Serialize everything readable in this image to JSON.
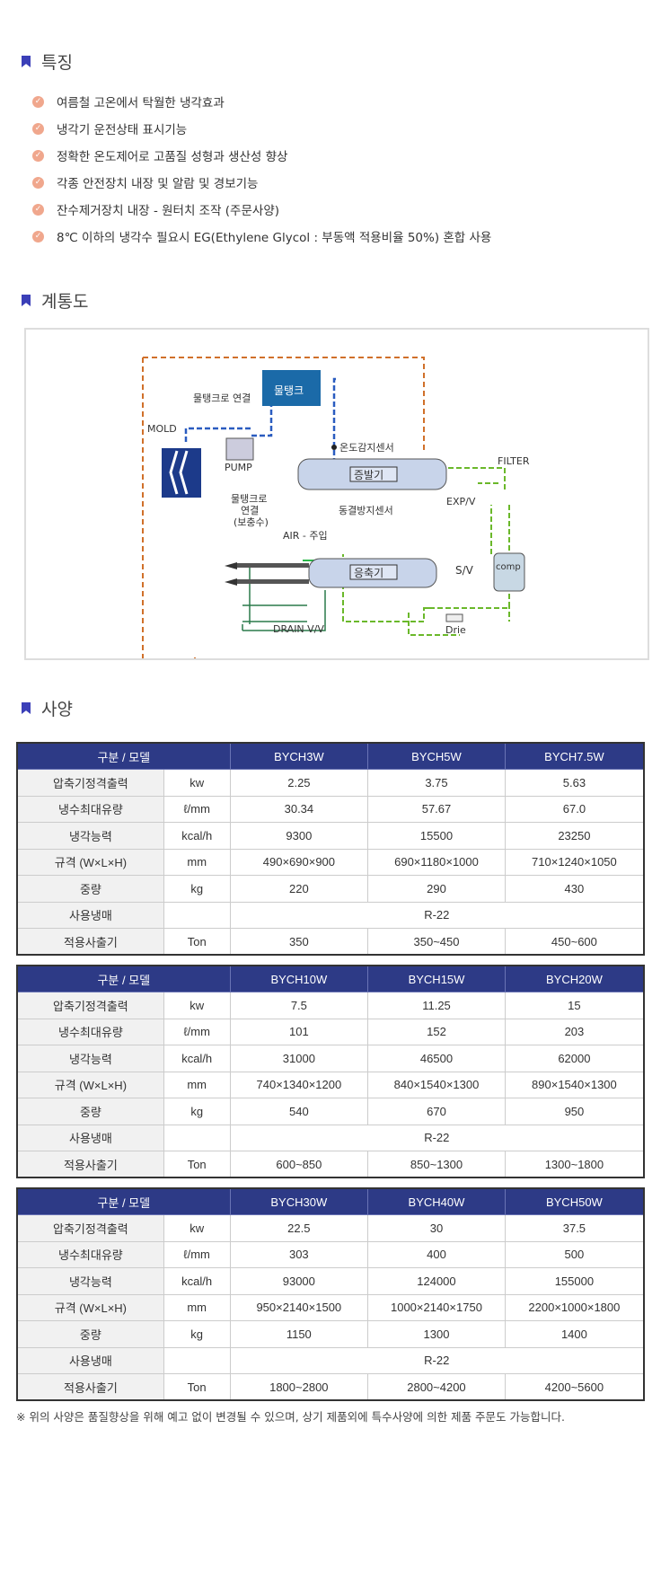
{
  "features": {
    "title": "특징",
    "items": [
      "여름철 고온에서 탁월한 냉각효과",
      "냉각기 운전상태 표시기능",
      "정확한 온도제어로 고품질 성형과 생산성 향상",
      "각종 안전장치 내장 및 알람 및 경보기능",
      "잔수제거장치 내장 - 원터치 조작 (주문사양)",
      "8℃ 이하의 냉각수 필요시 EG(Ethylene Glycol : 부동액 적용비율 50%) 혼합 사용"
    ]
  },
  "diagram": {
    "title": "계통도",
    "labels": {
      "water_tank": "물탱크",
      "tank_conn": "물탱크로 연결",
      "mold": "MOLD",
      "pump": "PUMP",
      "temp_sensor": "온도감지센서",
      "evaporator": "증발기",
      "filter": "FILTER",
      "expv": "EXP/V",
      "freeze_sensor": "동결방지센서",
      "tank_conn2a": "물탱크로",
      "tank_conn2b": "연결",
      "tank_conn2c": "(보충수)",
      "air": "AIR - 주입",
      "condenser": "응축기",
      "sv": "S/V",
      "comp": "comp",
      "drain": "DRAIN V/V",
      "drier": "Drie"
    }
  },
  "spec": {
    "title": "사양",
    "header_label": "구분 / 모델",
    "row_labels": [
      "압축기정격출력",
      "냉수최대유량",
      "냉각능력",
      "규격 (W×L×H)",
      "중량",
      "사용냉매",
      "적용사출기"
    ],
    "units": [
      "kw",
      "ℓ/mm",
      "kcal/h",
      "mm",
      "kg",
      "",
      "Ton"
    ],
    "tables": [
      {
        "models": [
          "BYCH3W",
          "BYCH5W",
          "BYCH7.5W"
        ],
        "rows": [
          [
            "2.25",
            "3.75",
            "5.63"
          ],
          [
            "30.34",
            "57.67",
            "67.0"
          ],
          [
            "9300",
            "15500",
            "23250"
          ],
          [
            "490×690×900",
            "690×1180×1000",
            "710×1240×1050"
          ],
          [
            "220",
            "290",
            "430"
          ],
          [
            "R-22"
          ],
          [
            "350",
            "350~450",
            "450~600"
          ]
        ]
      },
      {
        "models": [
          "BYCH10W",
          "BYCH15W",
          "BYCH20W"
        ],
        "rows": [
          [
            "7.5",
            "11.25",
            "15"
          ],
          [
            "101",
            "152",
            "203"
          ],
          [
            "31000",
            "46500",
            "62000"
          ],
          [
            "740×1340×1200",
            "840×1540×1300",
            "890×1540×1300"
          ],
          [
            "540",
            "670",
            "950"
          ],
          [
            "R-22"
          ],
          [
            "600~850",
            "850~1300",
            "1300~1800"
          ]
        ]
      },
      {
        "models": [
          "BYCH30W",
          "BYCH40W",
          "BYCH50W"
        ],
        "rows": [
          [
            "22.5",
            "30",
            "37.5"
          ],
          [
            "303",
            "400",
            "500"
          ],
          [
            "93000",
            "124000",
            "155000"
          ],
          [
            "950×2140×1500",
            "1000×2140×1750",
            "2200×1000×1800"
          ],
          [
            "1150",
            "1300",
            "1400"
          ],
          [
            "R-22"
          ],
          [
            "1800~2800",
            "2800~4200",
            "4200~5600"
          ]
        ]
      }
    ],
    "note": "※ 위의 사양은 품질향상을 위해 예고 없이 변경될 수 있으며, 상기 제품외에 특수사양에 의한 제품 주문도 가능합니다."
  }
}
